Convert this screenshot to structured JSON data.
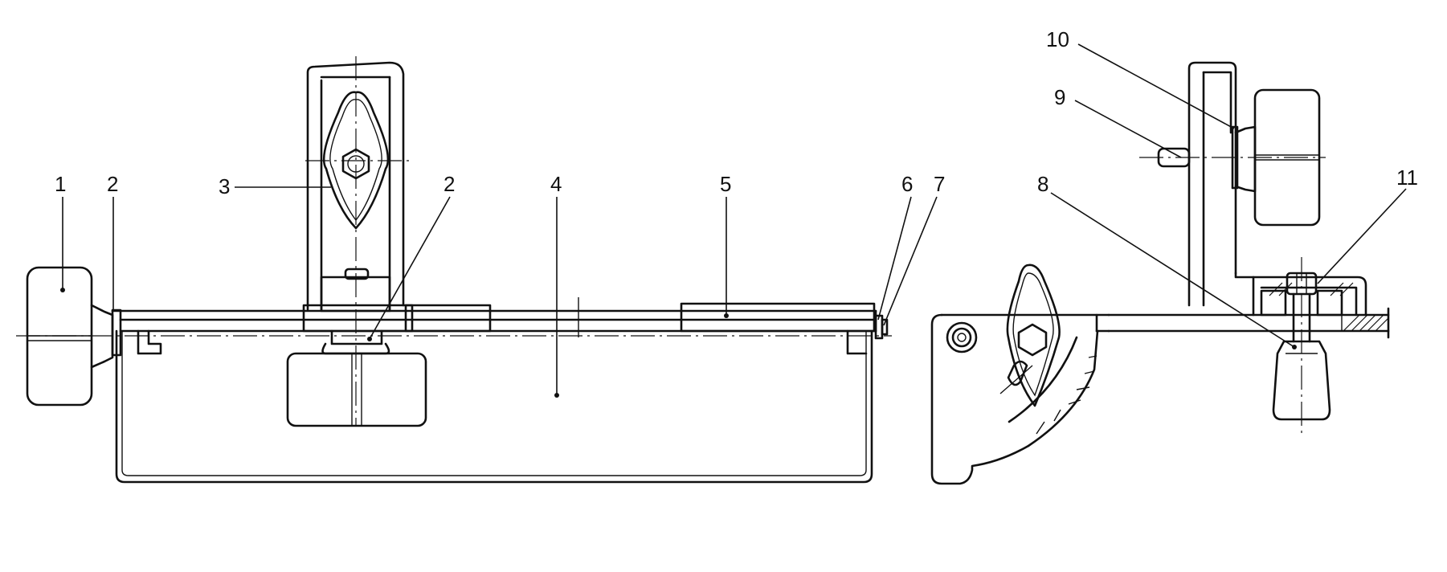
{
  "figure": {
    "labels": [
      {
        "id": "1",
        "text": "1"
      },
      {
        "id": "2a",
        "text": "2"
      },
      {
        "id": "3",
        "text": "3"
      },
      {
        "id": "2b",
        "text": "2"
      },
      {
        "id": "4",
        "text": "4"
      },
      {
        "id": "5",
        "text": "5"
      },
      {
        "id": "6",
        "text": "6"
      },
      {
        "id": "7",
        "text": "7"
      },
      {
        "id": "8",
        "text": "8"
      },
      {
        "id": "9",
        "text": "9"
      },
      {
        "id": "10",
        "text": "10"
      },
      {
        "id": "11",
        "text": "11"
      }
    ],
    "line_color": "#111111",
    "background": "#ffffff"
  }
}
